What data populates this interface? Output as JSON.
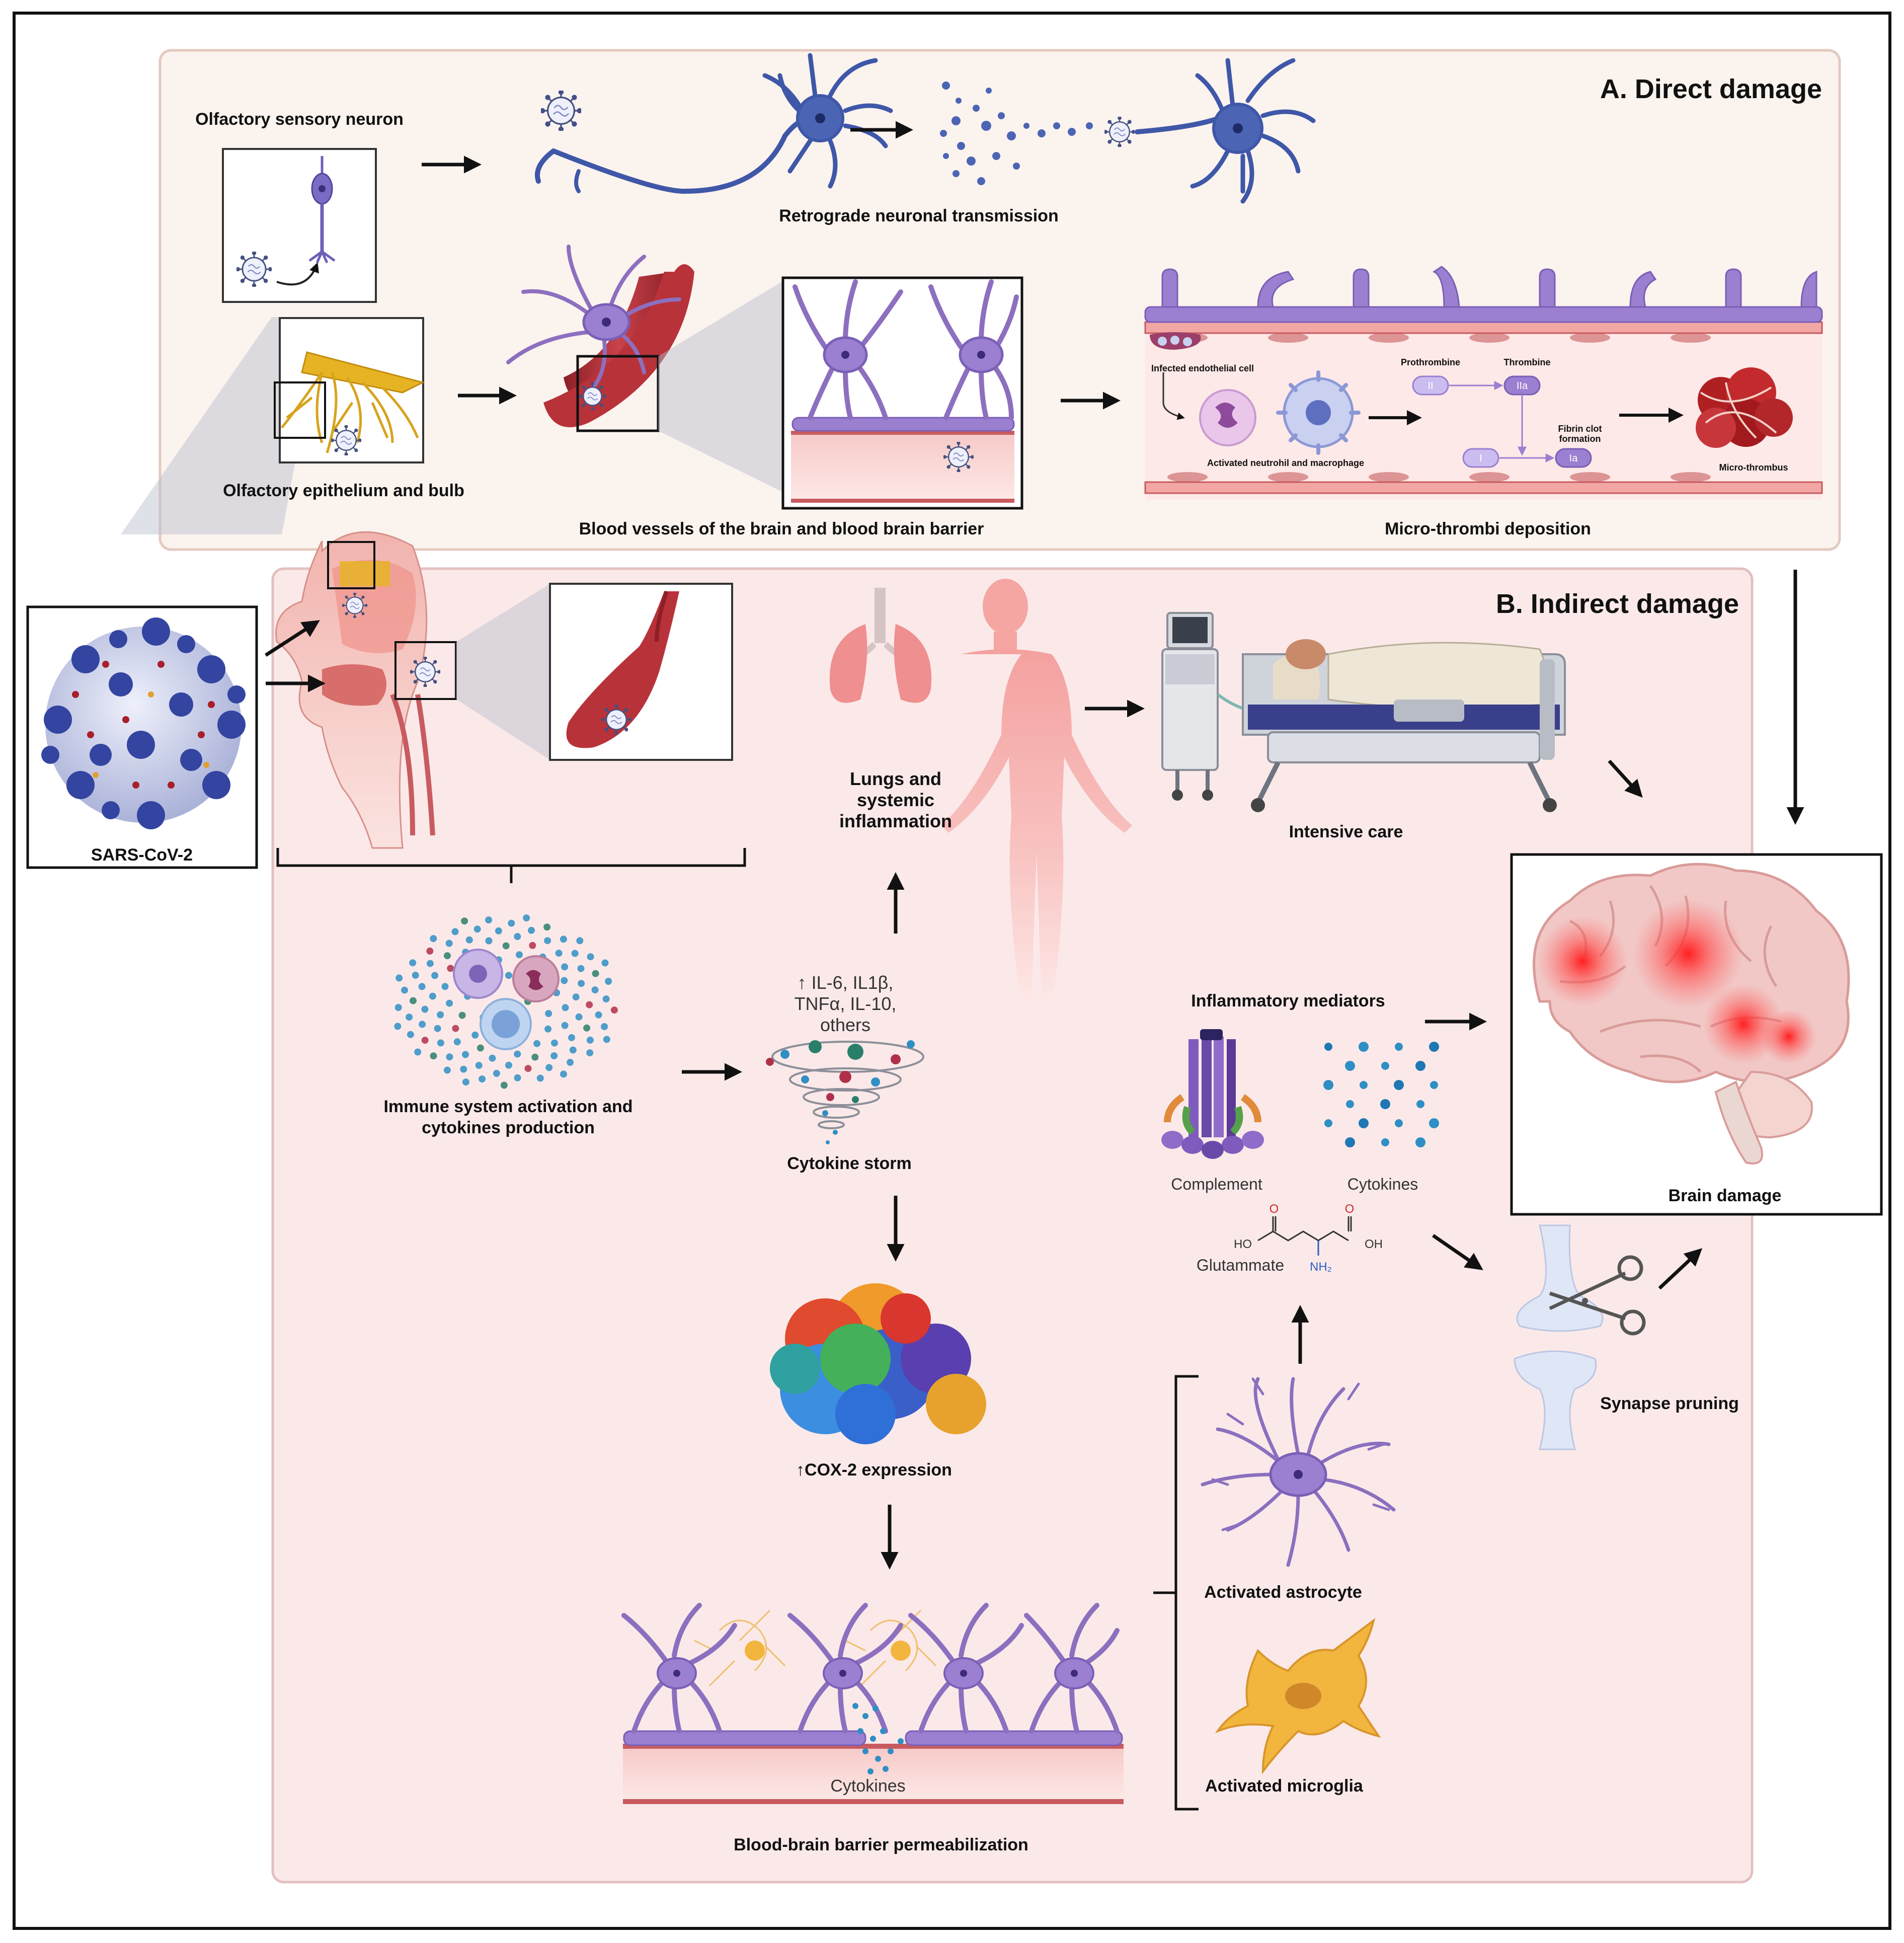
{
  "sections": {
    "direct": {
      "title": "A. Direct damage"
    },
    "indirect": {
      "title": "B. Indirect damage"
    }
  },
  "labels": {
    "olfactory_sensory_neuron": "Olfactory sensory neuron",
    "retrograde": "Retrograde neuronal transmission",
    "olfactory_epithelium": "Olfactory epithelium and bulb",
    "bbb_vessels": "Blood vessels of the brain and blood brain barrier",
    "micro_thrombi": "Micro-thrombi deposition",
    "infected_endothelial": "Infected endothelial cell",
    "activated_neutrophil": "Activated neutrohil and macrophage",
    "prothrombine": "Prothrombine",
    "thrombine": "Thrombine",
    "fibrin_clot": "Fibrin clot formation",
    "micro_thrombus": "Micro-thrombus",
    "factor_ii": "II",
    "factor_iia": "IIa",
    "factor_i": "I",
    "factor_ia": "Ia",
    "sars": "SARS-CoV-2",
    "lungs": "Lungs and systemic inflammation",
    "intensive_care": "Intensive care",
    "brain_damage": "Brain damage",
    "immune": "Immune system activation and cytokines production",
    "cytokines_list": "↑ IL-6, IL1β, TNFα, IL-10, others",
    "cytokine_storm": "Cytokine storm",
    "cox2": "↑COX-2 expression",
    "bbb_perm": "Blood-brain barrier permeabilization",
    "bbb_cytokines": "Cytokines",
    "inflammatory_mediators": "Inflammatory mediators",
    "complement": "Complement",
    "cytokines": "Cytokines",
    "glutammate": "Glutammate",
    "ho": "HO",
    "oh": "OH",
    "o_left": "O",
    "o_right": "O",
    "nh2": "NH₂",
    "activated_astrocyte": "Activated astrocyte",
    "activated_microglia": "Activated microglia",
    "synapse_pruning": "Synapse pruning"
  },
  "colors": {
    "neuron_blue": "#3f57a8",
    "astro_purple": "#8d6fbf",
    "vessel_red": "#b8323a",
    "panel_a_bg": "#fbf3ee",
    "panel_b_bg": "#fbe9e9",
    "cytokine_blue": "#2f8fc4",
    "microglia_orange": "#f2b53e",
    "inflammation_red": "#ff3030",
    "brain_pink": "#f1c8c6"
  },
  "icons": [
    "sars-cov-2-virion",
    "olfactory-neuron",
    "retrograde-neuron",
    "astrocyte-vessel",
    "blood-brain-barrier",
    "microvessel",
    "human-head-sagittal",
    "lungs",
    "human-body",
    "ventilator-bed",
    "brain",
    "immune-cells",
    "cytokine-tornado",
    "cox2-protein",
    "complement-complex",
    "glutamate-molecule",
    "astrocyte",
    "microglia",
    "synapse-scissors",
    "virus-small"
  ]
}
